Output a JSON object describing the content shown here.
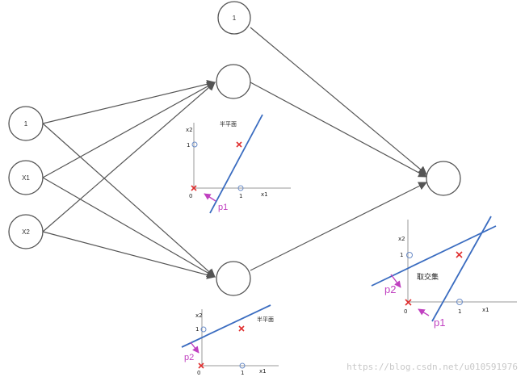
{
  "network": {
    "input_nodes": [
      "1",
      "X1",
      "X2"
    ],
    "hidden_bias": "1"
  },
  "plot_a": {
    "x_axis": "x1",
    "y_axis": "x2",
    "origin": "0",
    "x_tick": "1",
    "y_tick": "1",
    "region_label": "半平面",
    "line_label": "p1"
  },
  "plot_b": {
    "x_axis": "x1",
    "y_axis": "x2",
    "origin": "0",
    "x_tick": "1",
    "y_tick": "1",
    "region_label": "半平面",
    "line_label": "p2"
  },
  "plot_c": {
    "x_axis": "x1",
    "y_axis": "x2",
    "origin": "0",
    "x_tick": "1",
    "y_tick": "1",
    "region_label": "取交集",
    "line_label_1": "p1",
    "line_label_2": "p2"
  },
  "watermark": "https://blog.csdn.net/u010591976",
  "colors": {
    "line": "#3a6cc0",
    "cross": "#e03030",
    "label": "#c040c0"
  }
}
